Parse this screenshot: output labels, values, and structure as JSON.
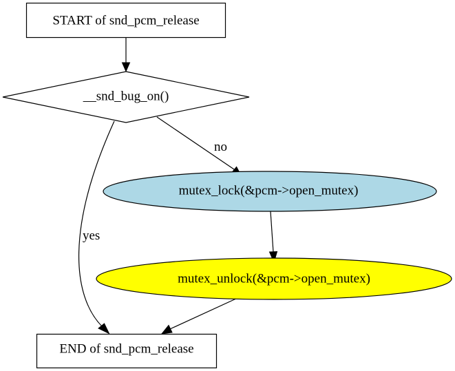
{
  "nodes": {
    "start": {
      "label": "START of snd_pcm_release"
    },
    "decision": {
      "label": "__snd_bug_on()"
    },
    "lock": {
      "label": "mutex_lock(&pcm->open_mutex)",
      "fill": "#add8e6"
    },
    "unlock": {
      "label": "mutex_unlock(&pcm->open_mutex)",
      "fill": "#ffff00"
    },
    "end": {
      "label": "END of snd_pcm_release"
    }
  },
  "edges": {
    "no_label": "no",
    "yes_label": "yes"
  }
}
